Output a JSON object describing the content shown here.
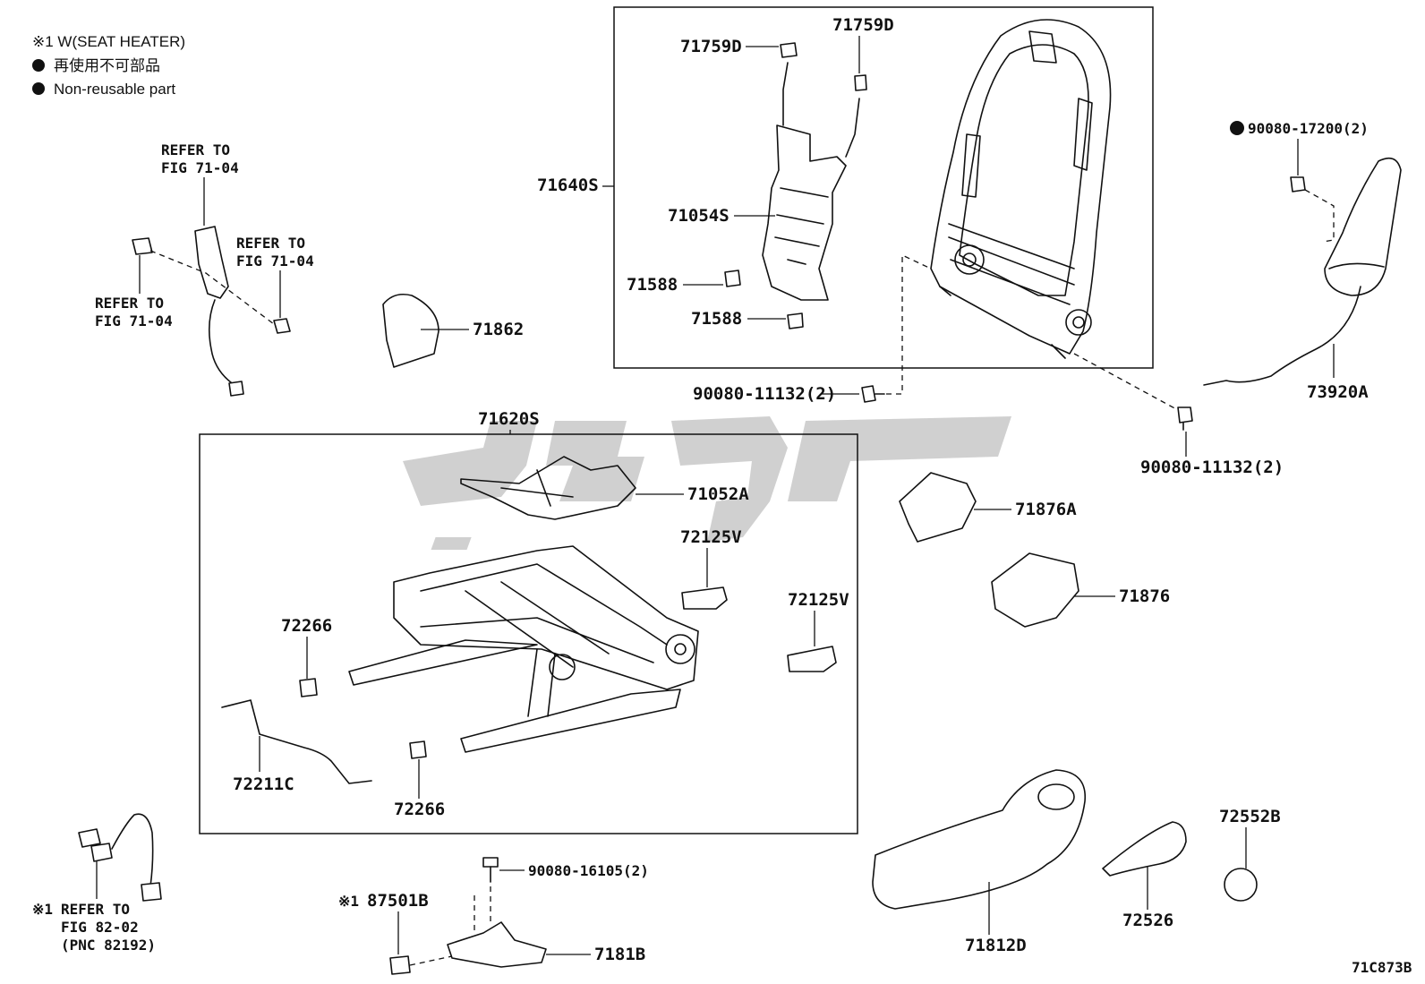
{
  "notes": {
    "line1": "※1 W(SEAT HEATER)",
    "line2": "再使用不可部品",
    "line3": "Non-reusable part"
  },
  "refs": {
    "fig7104_a": [
      "REFER TO",
      "FIG 71-04"
    ],
    "fig7104_b": [
      "REFER TO",
      "FIG 71-04"
    ],
    "fig7104_c": [
      "REFER TO",
      "FIG 71-04"
    ],
    "fig8202": [
      "REFER TO",
      "FIG 82-02",
      "(PNC 82192)"
    ],
    "fig8202_mark": "※1"
  },
  "parts": {
    "p71759D_a": "71759D",
    "p71759D_b": "71759D",
    "p71640S": "71640S",
    "p71054S": "71054S",
    "p71588_a": "71588",
    "p71588_b": "71588",
    "p71862": "71862",
    "p90080_11132_a": "90080-11132(2)",
    "p90080_11132_b": "90080-11132(2)",
    "p90080_17200": "90080-17200(2)",
    "p73920A": "73920A",
    "p71620S": "71620S",
    "p71052A": "71052A",
    "p72125V_a": "72125V",
    "p72125V_b": "72125V",
    "p72266_a": "72266",
    "p72266_b": "72266",
    "p72211C": "72211C",
    "p71876A": "71876A",
    "p71876": "71876",
    "p90080_16105": "90080-16105(2)",
    "p87501B": "87501B",
    "p87501B_mark": "※1",
    "p7181B": "7181B",
    "p71812D": "71812D",
    "p72526": "72526",
    "p72552B": "72552B"
  },
  "figure_id": "71C873B"
}
